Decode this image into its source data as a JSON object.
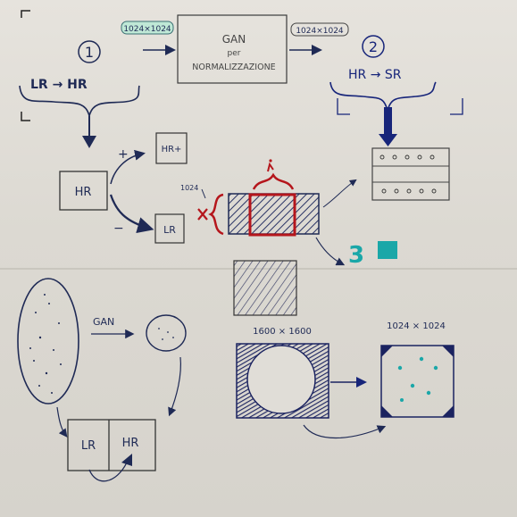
{
  "step1": {
    "number": "1",
    "flow": "LR → HR"
  },
  "step2": {
    "number": "2",
    "flow": "HR → SR"
  },
  "gan_box": {
    "line1": "GAN",
    "line2": "per",
    "line3": "NORMALIZZAZIONE"
  },
  "size_in": "1024×1024",
  "size_out": "1024×1024",
  "hr_box": "HR",
  "hr_plus": "HR+",
  "lr_box": "LR",
  "plus": "+",
  "minus": "−",
  "patch_size": "1024",
  "three": "3",
  "gan_label": "GAN",
  "pair_lr": "LR",
  "pair_hr": "HR",
  "size_1600": "1600 × 1600",
  "size_1024": "1024 × 1024",
  "colors": {
    "ink": "#1f2a55",
    "blue": "#17257a",
    "red": "#b5161c",
    "teal": "#1aa7a8",
    "green_highlight": "#7fcfae"
  }
}
